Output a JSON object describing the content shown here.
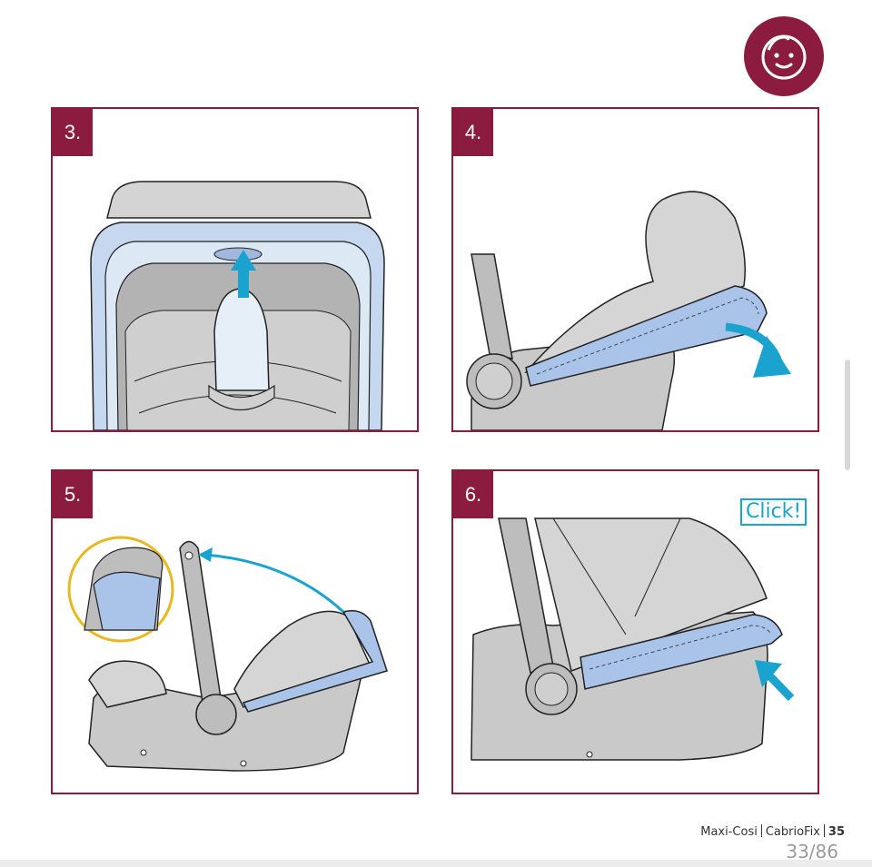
{
  "steps": [
    {
      "number": "3."
    },
    {
      "number": "4."
    },
    {
      "number": "5."
    },
    {
      "number": "6."
    }
  ],
  "click_label": "Click!",
  "footer": {
    "brand": "Maxi-Cosi",
    "product": "CabrioFix",
    "page": "35"
  },
  "viewer": {
    "page_counter": "33/86"
  },
  "colors": {
    "accent": "#8c1c3f",
    "arrow": "#1aa3cf",
    "highlight": "#e8b820",
    "canopy_blue": "#a9c4e8"
  },
  "icons": {
    "badge": "baby-face-icon"
  }
}
